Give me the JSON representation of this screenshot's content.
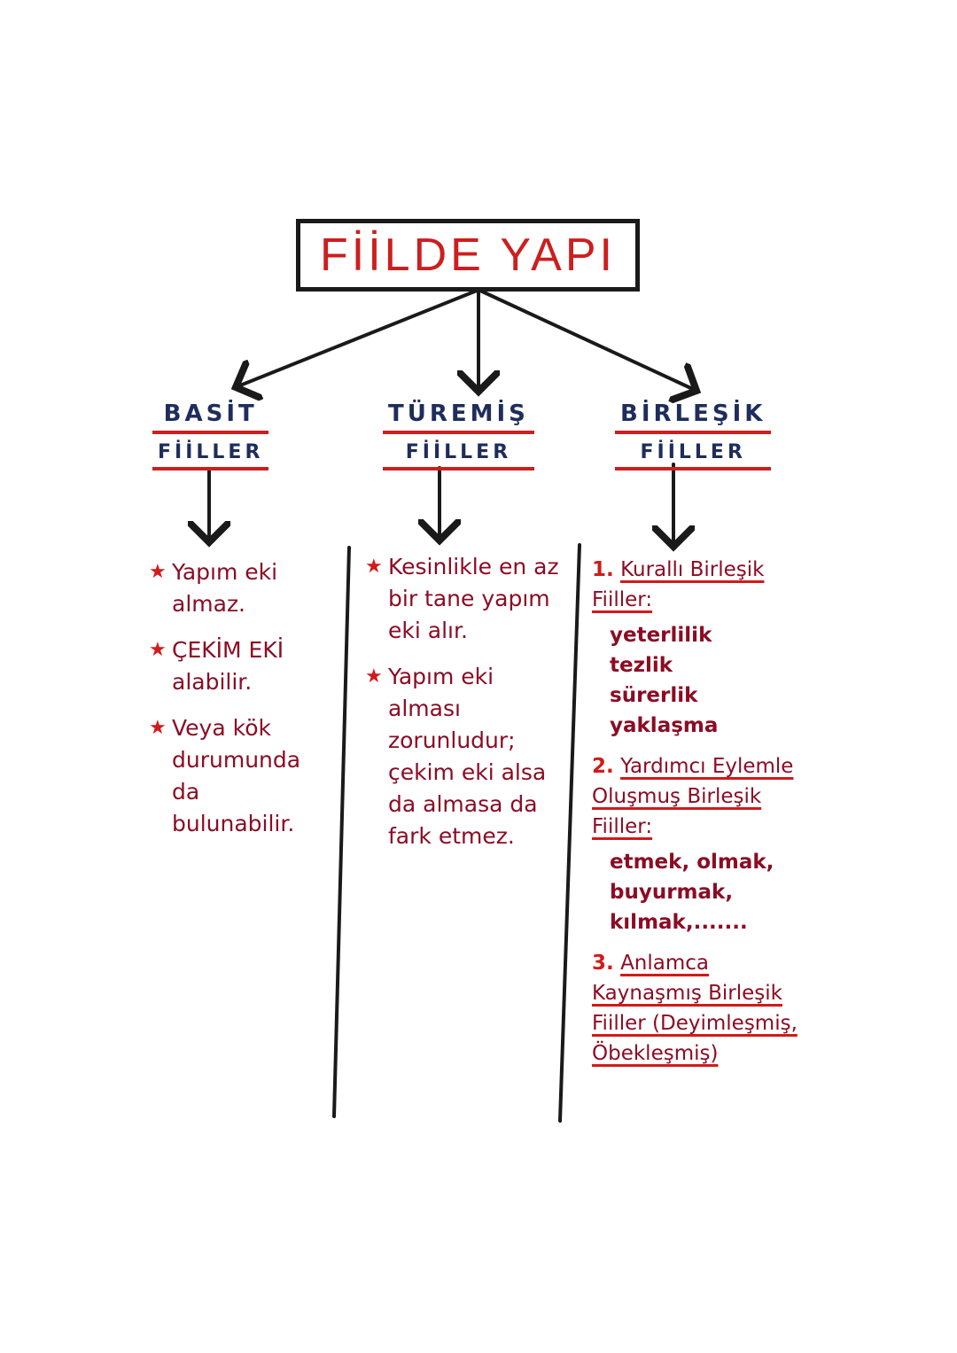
{
  "title": "FİİLDE YAPI",
  "colors": {
    "ink": "#1a1a1a",
    "accent": "#cc1f1f",
    "text": "#8b0c24",
    "heading": "#1f2d5c"
  },
  "categories": [
    {
      "line1": "BASİT",
      "line2": "FİİLLER"
    },
    {
      "line1": "TÜREMİŞ",
      "line2": "FİİLLER"
    },
    {
      "line1": "BİRLEŞİK",
      "line2": "FİİLLER"
    }
  ],
  "basit": {
    "item1": "Yapım eki almaz.",
    "item2": "ÇEKİM EKİ alabilir.",
    "item3": "Veya kök durumunda da bulunabilir."
  },
  "turemis": {
    "item1": "Kesinlikle en az bir tane yapım eki alır.",
    "item2": "Yapım eki alması zorunludur; çekim eki alsa da almasa da fark etmez."
  },
  "birlesik": {
    "group1": {
      "num": "1.",
      "title": "Kurallı Birleşik Fiiller:",
      "items": [
        "yeterlilik",
        "tezlik",
        "sürerlik",
        "yaklaşma"
      ]
    },
    "group2": {
      "num": "2.",
      "title": "Yardımcı Eylemle Oluşmuş Birleşik Fiiller:",
      "items": [
        "etmek, olmak,",
        "buyurmak, kılmak,......."
      ]
    },
    "group3": {
      "num": "3.",
      "title": "Anlamca Kaynaşmış Birleşik Fiiller (Deyimleşmiş, Öbekleşmiş)"
    }
  },
  "icons": {
    "star": "star-icon",
    "arrow": "arrow-down-icon"
  }
}
